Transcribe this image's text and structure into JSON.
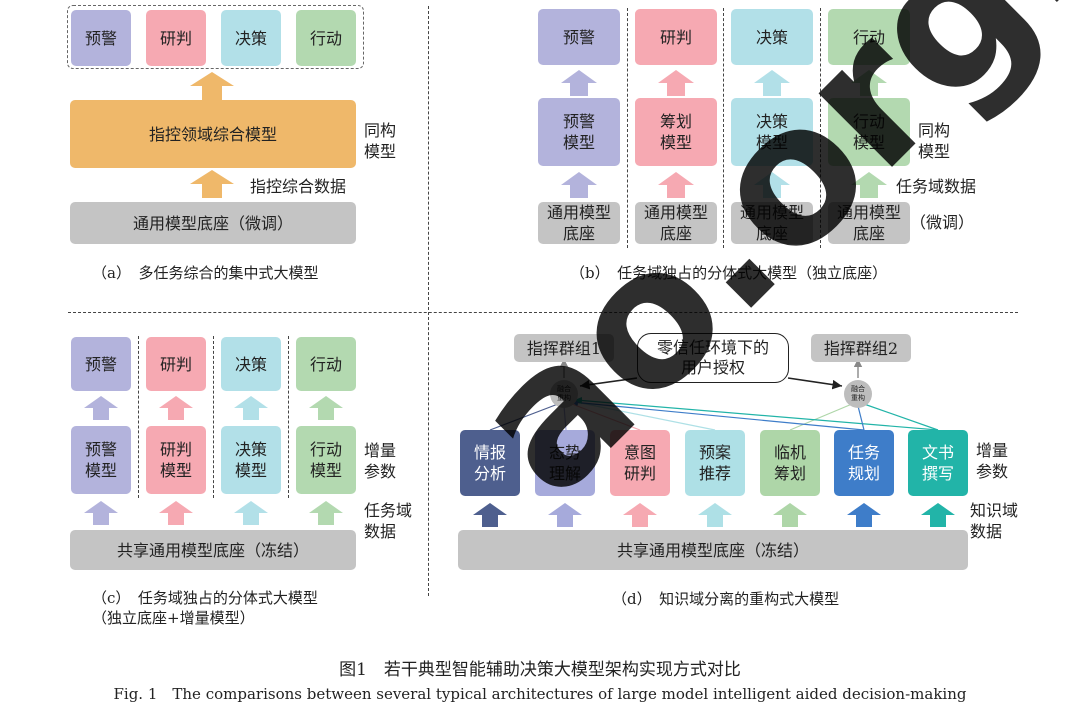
{
  "colors": {
    "purple": "#b3b3dc",
    "pink": "#f6a9b2",
    "cyan": "#b2e0e8",
    "green": "#b3d9b0",
    "orange": "#efb86a",
    "gray": "#c4c4c4",
    "dark_blue": "#4e5f8e",
    "blue": "#3e7dc9",
    "teal": "#22b4a8",
    "light_purple": "#a6aadb",
    "light_cyan": "#aee0e6",
    "light_green": "#aed6a8"
  },
  "panel_a": {
    "tasks": [
      "预警",
      "研判",
      "决策",
      "行动"
    ],
    "model": "指控领域综合模型",
    "model_side": "同构\n模型",
    "data_label": "指控综合数据",
    "base": "通用模型底座（微调）",
    "caption": "（a）　多任务综合的集中式大模型"
  },
  "panel_b": {
    "tasks": [
      "预警",
      "研判",
      "决策",
      "行动"
    ],
    "models": [
      "预警\n模型",
      "筹划\n模型",
      "决策\n模型",
      "行动\n模型"
    ],
    "bases": [
      "通用模型\n底座",
      "通用模型\n底座",
      "通用模型\n底座",
      "通用模型\n底座"
    ],
    "model_side": "同构\n模型",
    "data_label": "任务域数据",
    "base_side": "（微调）",
    "caption": "（b）　任务域独占的分体式大模型（独立底座）"
  },
  "panel_c": {
    "tasks": [
      "预警",
      "研判",
      "决策",
      "行动"
    ],
    "models": [
      "预警\n模型",
      "研判\n模型",
      "决策\n模型",
      "行动\n模型"
    ],
    "side_params": "增量\n参数",
    "side_data": "任务域\n数据",
    "base": "共享通用模型底座（冻结）",
    "caption": "（c）　任务域独占的分体式大模型\n（独立底座+增量模型）"
  },
  "panel_d": {
    "group1": "指挥群组1",
    "group2": "指挥群组2",
    "auth": "零信任环境下的\n用户授权",
    "node_label": "融合\n重构",
    "modules": [
      "情报\n分析",
      "态势\n理解",
      "意图\n研判",
      "预案\n推荐",
      "临机\n筹划",
      "任务\n规划",
      "文书\n撰写"
    ],
    "side_params": "增量\n参数",
    "side_data": "知识域\n数据",
    "base": "共享通用模型底座（冻结）",
    "caption": "（d）　知识域分离的重构式大模型"
  },
  "figure": {
    "title_cn": "图1　若干典型智能辅助决策大模型架构实现方式对比",
    "title_en": "Fig. 1　The comparisons between several typical architectures of large model intelligent aided decision-making"
  },
  "watermark": "ao.org.cn"
}
